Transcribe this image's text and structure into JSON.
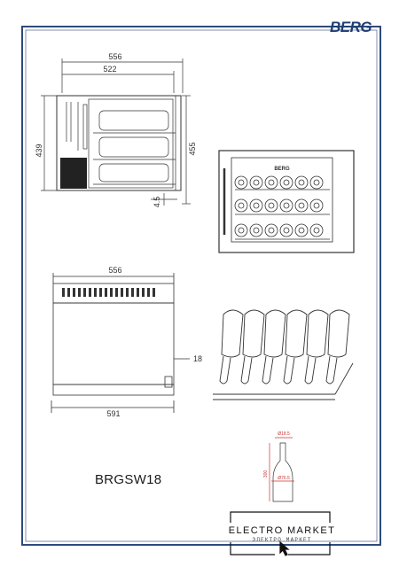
{
  "brand": {
    "logo_text": "BERG"
  },
  "model": "BRGSW18",
  "side_view": {
    "dim_outer_width": "556",
    "dim_inner_width": "522",
    "dim_height": "439",
    "dim_depth": "455",
    "dim_gap": "4.5"
  },
  "top_view": {
    "dim_width": "556",
    "dim_side": "18",
    "dim_depth": "591"
  },
  "front_view": {
    "door_logo": "BERG"
  },
  "bottle_detail": {
    "dim_top": "Ø18.5",
    "dim_height": "300",
    "dim_bottom": "Ø76.5"
  },
  "footer_logo": {
    "title": "ELECTRO MARKET",
    "subtitle": "ЭЛЕКТРО МАРКЕТ"
  },
  "colors": {
    "frame": "#2e4a7a",
    "brand": "#1f3f75",
    "line": "#333333"
  }
}
